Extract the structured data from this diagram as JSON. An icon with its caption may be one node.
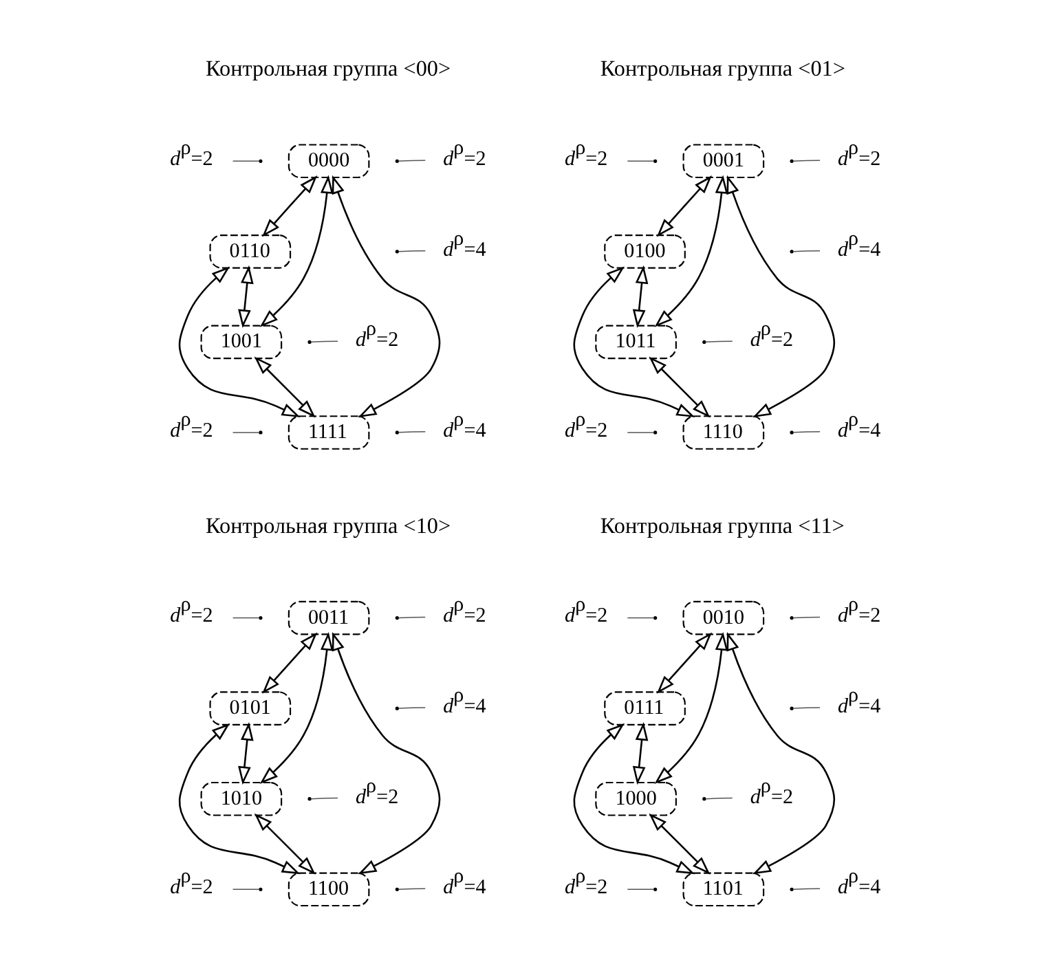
{
  "diagram": {
    "nodes": [
      {
        "text": [
          "0000"
        ]
      },
      {
        "text": [
          "0110"
        ]
      },
      {
        "text": [
          "1001"
        ]
      },
      {
        "text": [
          "1111"
        ]
      },
      {
        "text": [
          "*d*$^{ρ}$=2"
        ]
      },
      {
        "text": [
          "*d*$^{ρ}$=2"
        ]
      },
      {
        "text": [
          "*d*$^{ρ}$=4"
        ]
      },
      {
        "text": [
          "*d*$^{ρ}$=2"
        ]
      },
      {
        "text": [
          "*d*$^{ρ}$=2"
        ]
      },
      {
        "text": [
          "*d*$^{ρ}$=4"
        ]
      },
      {
        "text": [
          "0001"
        ]
      },
      {
        "text": [
          "0100"
        ]
      },
      {
        "text": [
          "1011"
        ]
      },
      {
        "text": [
          "1110"
        ]
      },
      {
        "text": [
          "*d*$^{ρ}$=2"
        ]
      },
      {
        "text": [
          "*d*$^{ρ}$=2"
        ]
      },
      {
        "text": [
          "*d*$^{ρ}$=4"
        ]
      },
      {
        "text": [
          "*d*$^{ρ}$=2"
        ]
      },
      {
        "text": [
          "*d*$^{ρ}$=2"
        ]
      },
      {
        "text": [
          "*d*$^{ρ}$=4"
        ]
      },
      {
        "text": [
          "0011"
        ]
      },
      {
        "text": [
          "0101"
        ]
      },
      {
        "text": [
          "1010"
        ]
      },
      {
        "text": [
          "1100"
        ]
      },
      {
        "text": [
          "*d*$^{ρ}$=2"
        ]
      },
      {
        "text": [
          "*d*$^{ρ}$=2"
        ]
      },
      {
        "text": [
          "*d*$^{ρ}$=4"
        ]
      },
      {
        "text": [
          "*d*$^{ρ}$=2"
        ]
      },
      {
        "text": [
          "*d*$^{ρ}$=2"
        ]
      },
      {
        "text": [
          "*d*$^{ρ}$=4"
        ]
      },
      {
        "text": [
          "0010"
        ]
      },
      {
        "text": [
          "0111"
        ]
      },
      {
        "text": [
          "1000"
        ]
      },
      {
        "text": [
          "1101"
        ]
      },
      {
        "text": [
          "*d*$^{ρ}$=2"
        ]
      },
      {
        "text": [
          "*d*$^{ρ}$=2"
        ]
      },
      {
        "text": [
          "*d*$^{ρ}$=4"
        ]
      },
      {
        "text": [
          "*d*$^{ρ}$=2"
        ]
      },
      {
        "text": [
          "*d*$^{ρ}$=2"
        ]
      },
      {
        "text": [
          "*d*$^{ρ}$=4"
        ]
      }
    ],
    "edges": [
      {
        "from": 0,
        "to": 2,
        "arrow": "both"
      },
      {
        "from": 1,
        "to": 3,
        "arrow": "both"
      },
      {
        "from": 0,
        "to": 1,
        "arrow": "both"
      },
      {
        "from": 1,
        "to": 2,
        "arrow": "both"
      },
      {
        "from": 2,
        "to": 3,
        "arrow": "both"
      },
      {
        "from": 0,
        "to": 3,
        "arrow": "both"
      },
      {
        "from": 4,
        "to": null,
        "arrow": "none"
      },
      {
        "from": 5,
        "to": null,
        "arrow": "none"
      },
      {
        "from": 6,
        "to": null,
        "arrow": "none"
      },
      {
        "from": 7,
        "to": null,
        "arrow": "none"
      },
      {
        "from": 8,
        "to": null,
        "arrow": "none"
      },
      {
        "from": 9,
        "to": null,
        "arrow": "none"
      },
      {
        "from": 10,
        "to": 12,
        "arrow": "both"
      },
      {
        "from": 11,
        "to": 13,
        "arrow": "both"
      },
      {
        "from": 10,
        "to": 11,
        "arrow": "both"
      },
      {
        "from": 11,
        "to": 12,
        "arrow": "both"
      },
      {
        "from": 12,
        "to": 13,
        "arrow": "both"
      },
      {
        "from": 10,
        "to": 13,
        "arrow": "both"
      },
      {
        "from": 14,
        "to": null,
        "arrow": "none"
      },
      {
        "from": 15,
        "to": null,
        "arrow": "none"
      },
      {
        "from": 16,
        "to": null,
        "arrow": "none"
      },
      {
        "from": 17,
        "to": null,
        "arrow": "none"
      },
      {
        "from": 18,
        "to": null,
        "arrow": "none"
      },
      {
        "from": 19,
        "to": null,
        "arrow": "none"
      },
      {
        "from": 20,
        "to": 22,
        "arrow": "both"
      },
      {
        "from": 21,
        "to": 23,
        "arrow": "both"
      },
      {
        "from": 20,
        "to": 21,
        "arrow": "both"
      },
      {
        "from": 21,
        "to": 22,
        "arrow": "both"
      },
      {
        "from": 22,
        "to": 23,
        "arrow": "both"
      },
      {
        "from": 20,
        "to": 23,
        "arrow": "both"
      },
      {
        "from": 24,
        "to": null,
        "arrow": "none"
      },
      {
        "from": 25,
        "to": null,
        "arrow": "none"
      },
      {
        "from": 26,
        "to": null,
        "arrow": "none"
      },
      {
        "from": 27,
        "to": null,
        "arrow": "none"
      },
      {
        "from": 28,
        "to": null,
        "arrow": "none"
      },
      {
        "from": 29,
        "to": null,
        "arrow": "none"
      },
      {
        "from": 30,
        "to": 32,
        "arrow": "both"
      },
      {
        "from": 31,
        "to": 33,
        "arrow": "both"
      },
      {
        "from": 30,
        "to": 31,
        "arrow": "both"
      },
      {
        "from": 31,
        "to": 32,
        "arrow": "both"
      },
      {
        "from": 32,
        "to": 33,
        "arrow": "both"
      },
      {
        "from": 30,
        "to": 33,
        "arrow": "both"
      },
      {
        "from": 34,
        "to": null,
        "arrow": "none"
      },
      {
        "from": 35,
        "to": null,
        "arrow": "none"
      },
      {
        "from": 36,
        "to": null,
        "arrow": "none"
      },
      {
        "from": 37,
        "to": null,
        "arrow": "none"
      },
      {
        "from": 38,
        "to": null,
        "arrow": "none"
      },
      {
        "from": 39,
        "to": null,
        "arrow": "none"
      }
    ],
    "labels": [
      "Контрольная группа <00>",
      "Контрольная группа <01>",
      "Контрольная группа <10>",
      "Контрольная группа <11>"
    ]
  }
}
